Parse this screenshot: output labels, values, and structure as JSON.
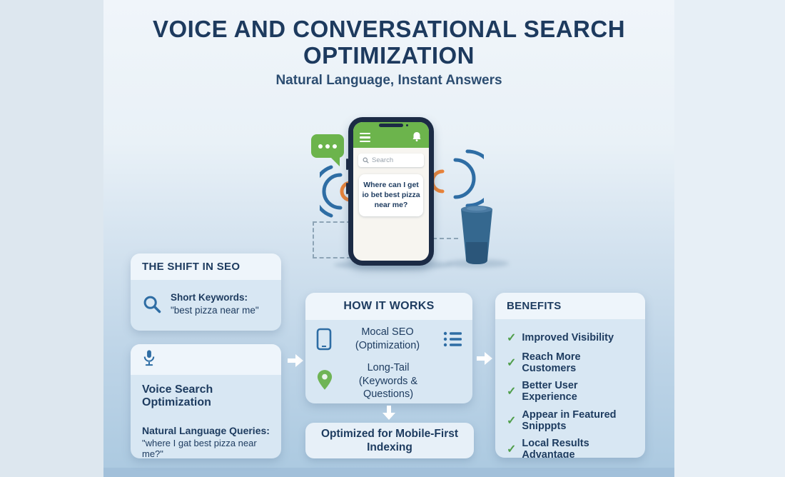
{
  "header": {
    "title_line1": "VOICE AND CONVERSATIONAL SEARCH",
    "title_line2": "OPTIMIZATION",
    "subtitle": "Natural Language, Instant Answers"
  },
  "illustration": {
    "search_placeholder": "Search",
    "voice_query": "Where can I get io bet best pizza near me?"
  },
  "shift_panel": {
    "title": "THE SHIFT IN SEO",
    "item_label": "Short Keywords:",
    "item_example": "\"best pizza near me\""
  },
  "voice_panel": {
    "title": "Voice Search Optimization",
    "item_label": "Natural Language Queries:",
    "item_example": "\"where I gat best pizza near me?\""
  },
  "how_panel": {
    "title": "HOW IT WORKS",
    "row1_line1": "Mocal SEO",
    "row1_line2": "(Optimization)",
    "row2_line1": "Long-Tail",
    "row2_line2": "(Keywords & Questions)",
    "footer": "Optimized for Mobile-First Indexing"
  },
  "benefits_panel": {
    "title": "BENEFITS",
    "check": "✓",
    "items": [
      "Improved Visibility",
      "Reach More Customers",
      "Better User Experience",
      "Appear in Featured Snipppts",
      "Local Results Advantage"
    ]
  },
  "colors": {
    "navy_text": "#1e3c60",
    "green_accent": "#6cb44c",
    "blue_icon": "#2e6da4",
    "orange_wave": "#e8833a",
    "card_bg": "#d8e7f3",
    "card_header_bg": "#eef5fb",
    "speaker_blue": "#35688f",
    "check_green": "#4f9e4a"
  }
}
